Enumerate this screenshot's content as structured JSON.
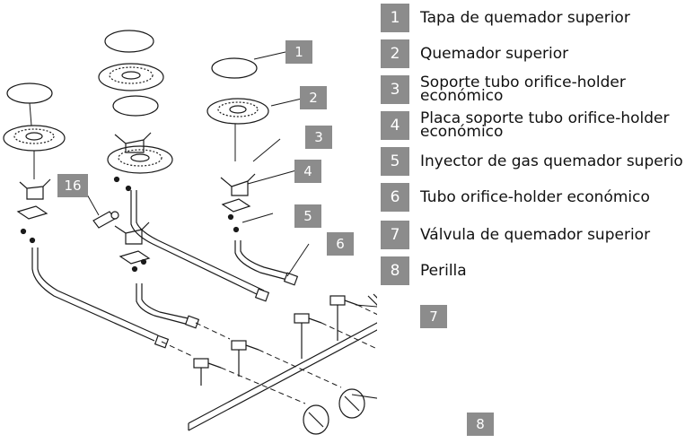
{
  "legend": [
    {
      "num": "1",
      "text": "Tapa de quemador superior"
    },
    {
      "num": "2",
      "text": "Quemador superior"
    },
    {
      "num": "3",
      "text": "Soporte tubo orifice-holder\neconómico"
    },
    {
      "num": "4",
      "text": "Placa soporte tubo orifice-holder\neconómico"
    },
    {
      "num": "5",
      "text": "Inyector de gas quemador superio"
    },
    {
      "num": "6",
      "text": "Tubo orifice-holder económico"
    },
    {
      "num": "7",
      "text": "Válvula de quemador superior"
    },
    {
      "num": "8",
      "text": "Perilla"
    }
  ],
  "callouts": {
    "c1": "1",
    "c2": "2",
    "c3": "3",
    "c4": "4",
    "c5": "5",
    "c6": "6",
    "c7": "7",
    "c8": "8",
    "c16": "16"
  },
  "colors": {
    "label_fill": "#8c8c8c",
    "label_text": "#ffffff",
    "line": "#1a1a1a"
  }
}
